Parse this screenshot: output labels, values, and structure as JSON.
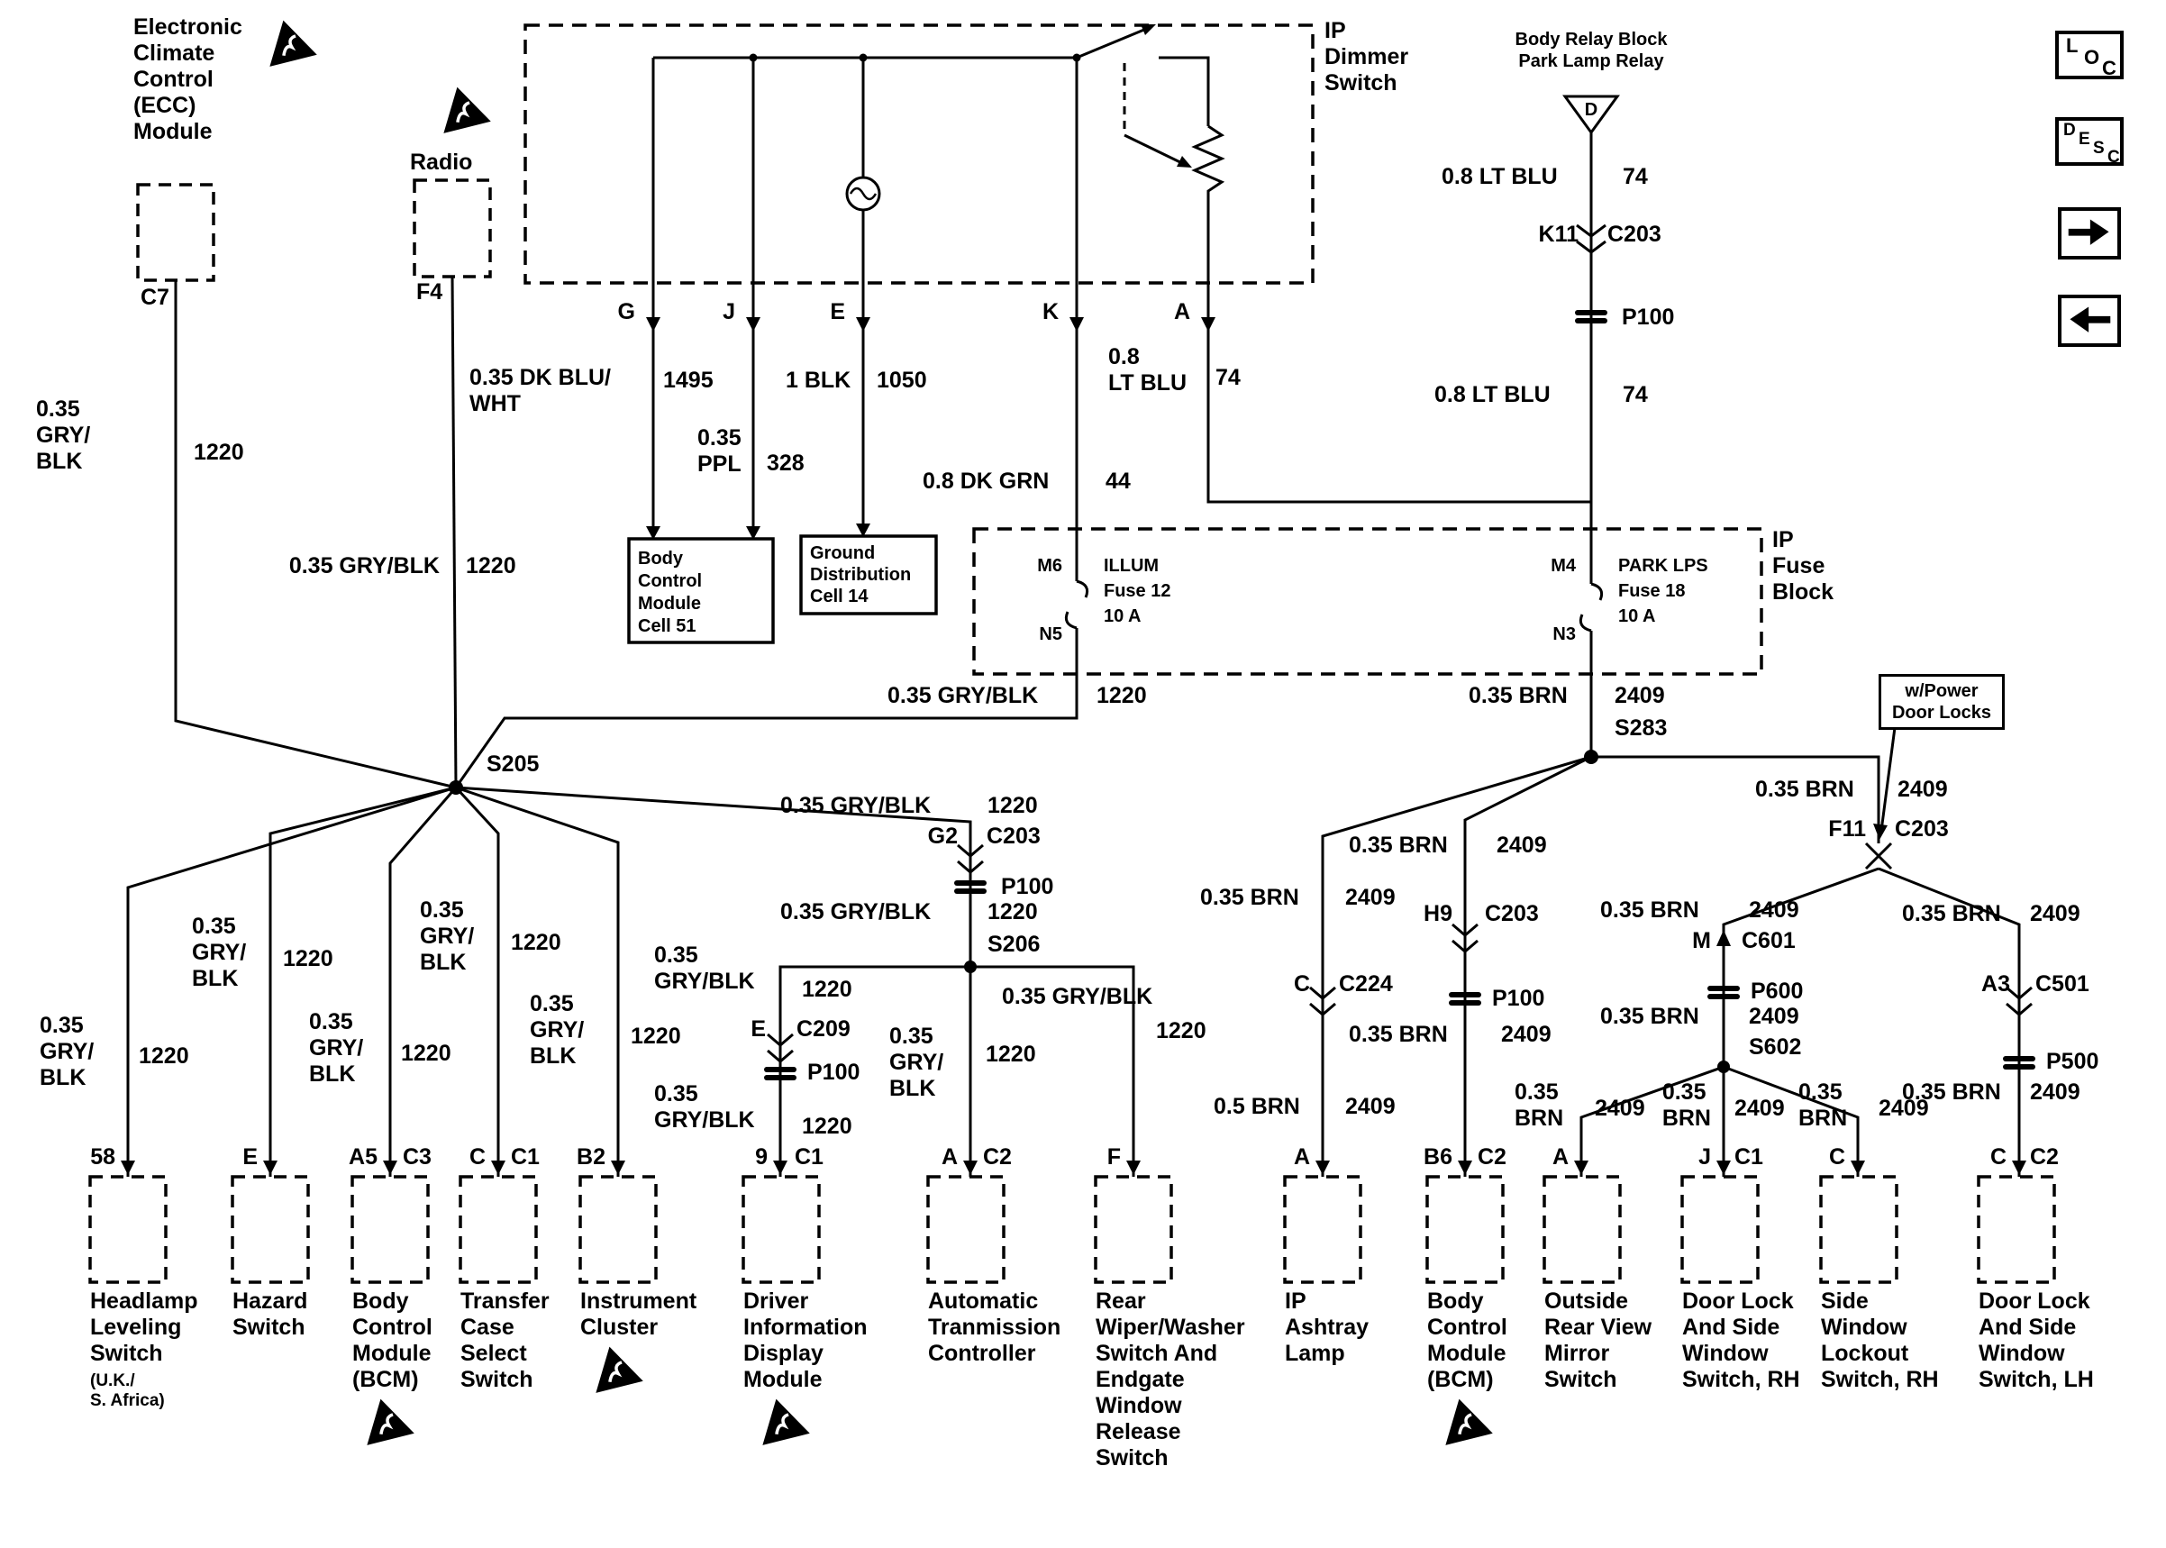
{
  "nav": {
    "loc": "LOC",
    "desc": "DESC"
  },
  "top": {
    "ecc_title": "Electronic\nClimate\nControl\n(ECC)\nModule",
    "ecc_conn": "C7",
    "radio_title": "Radio",
    "radio_conn": "F4",
    "dimmer_label": "IP\nDimmer\nSwitch",
    "relay_title": "Body Relay Block\nPark Lamp Relay",
    "relay_pin": "D",
    "bcm_cell": "Body\nControl\nModule\nCell 51",
    "gnd_cell": "Ground\nDistribution\nCell 14",
    "terminals": {
      "g": "G",
      "j": "J",
      "e": "E",
      "k": "K",
      "a": "A"
    }
  },
  "fuse_block": {
    "label": "IP\nFuse\nBlock",
    "illum": {
      "top_pin": "M6",
      "bottom_pin": "N5",
      "name": "ILLUM",
      "id": "Fuse 12",
      "amp": "10 A"
    },
    "park": {
      "top_pin": "M4",
      "bottom_pin": "N3",
      "name": "PARK LPS",
      "id": "Fuse 18",
      "amp": "10 A"
    }
  },
  "callout": "w/Power\nDoor Locks",
  "splices": {
    "s205": "S205",
    "s206": "S206",
    "s283": "S283",
    "s602": "S602"
  },
  "connectors": {
    "k11": {
      "pin": "K11",
      "id": "C203"
    },
    "g2": {
      "pin": "G2",
      "id": "C203"
    },
    "h9": {
      "pin": "H9",
      "id": "C203"
    },
    "f11": {
      "pin": "F11",
      "id": "C203"
    },
    "e209": {
      "pin": "E",
      "id": "C209"
    },
    "c224": {
      "pin": "C",
      "id": "C224"
    },
    "m601": {
      "pin": "M",
      "id": "C601"
    },
    "a501": {
      "pin": "A3",
      "id": "C501"
    },
    "p100_relay": "P100",
    "p100_g2": "P100",
    "p100_di": "P100",
    "p100_h9": "P100",
    "p600": "P600",
    "p500": "P500"
  },
  "wires": {
    "ecc": {
      "spec": "0.35\nGRY/\nBLK",
      "num": "1220"
    },
    "radio": {
      "spec": "0.35 GRY/BLK",
      "num": "1220"
    },
    "g": {
      "spec": "0.35 DK BLU/\nWHT",
      "num": "1495"
    },
    "j": {
      "spec": "0.35\nPPL",
      "num": "328"
    },
    "e": {
      "spec": "1 BLK",
      "num": "1050"
    },
    "k": {
      "spec": "0.8 DK GRN",
      "num": "44"
    },
    "a": {
      "spec": "0.8\nLT BLU",
      "num": "74"
    },
    "relay_upper": {
      "spec": "0.8 LT BLU",
      "num": "74"
    },
    "relay_lower": {
      "spec": "0.8 LT BLU",
      "num": "74"
    },
    "illum_out": {
      "spec": "0.35 GRY/BLK",
      "num": "1220"
    },
    "s205_g2": {
      "spec": "0.35 GRY/BLK",
      "num": "1220"
    },
    "g2_s206": {
      "spec": "0.35 GRY/BLK",
      "num": "1220"
    },
    "di_upper": {
      "spec": "0.35\nGRY/BLK",
      "num": "1220"
    },
    "di_lower": {
      "spec": "0.35\nGRY/BLK",
      "num": "1220"
    },
    "at": {
      "spec": "0.35\nGRY/\nBLK",
      "num": "1220"
    },
    "rw": {
      "spec": "0.35 GRY/BLK",
      "num": "1220"
    },
    "b1": {
      "spec": "0.35\nGRY/\nBLK",
      "num": "1220"
    },
    "b2": {
      "spec": "0.35\nGRY/\nBLK",
      "num": "1220"
    },
    "b3": {
      "spec": "0.35\nGRY/\nBLK",
      "num": "1220"
    },
    "b4": {
      "spec": "0.35\nGRY/\nBLK",
      "num": "1220"
    },
    "b5": {
      "spec": "0.35\nGRY/\nBLK",
      "num": "1220"
    },
    "park_out": {
      "spec": "0.35 BRN",
      "num": "2409"
    },
    "s283_c224": {
      "spec": "0.35 BRN",
      "num": "2409"
    },
    "c224_out": {
      "spec": "0.5 BRN",
      "num": "2409"
    },
    "s283_h9": {
      "spec": "0.35 BRN",
      "num": "2409"
    },
    "h9_out": {
      "spec": "0.35 BRN",
      "num": "2409"
    },
    "s283_f11": {
      "spec": "0.35 BRN",
      "num": "2409"
    },
    "f11_m": {
      "spec": "0.35 BRN",
      "num": "2409"
    },
    "p600_out": {
      "spec": "0.35 BRN",
      "num": "2409"
    },
    "s602_a": {
      "spec": "0.35\nBRN",
      "num": "2409"
    },
    "s602_b": {
      "spec": "0.35\nBRN",
      "num": "2409"
    },
    "s602_c": {
      "spec": "0.35\nBRN",
      "num": "2409"
    },
    "f11_a3": {
      "spec": "0.35 BRN",
      "num": "2409"
    },
    "p500_out": {
      "spec": "0.35 BRN",
      "num": "2409"
    }
  },
  "components": [
    {
      "t1": "58",
      "name": "Headlamp\nLeveling\nSwitch",
      "sub": "(U.K./\nS. Africa)"
    },
    {
      "t1": "E",
      "name": "Hazard\nSwitch"
    },
    {
      "t1": "A5",
      "t2": "C3",
      "name": "Body\nControl\nModule\n(BCM)"
    },
    {
      "t1": "C",
      "t2": "C1",
      "name": "Transfer\nCase\nSelect\nSwitch"
    },
    {
      "t1": "B2",
      "name": "Instrument\nCluster"
    },
    {
      "t1": "9",
      "t2": "C1",
      "name": "Driver\nInformation\nDisplay\nModule"
    },
    {
      "t1": "A",
      "t2": "C2",
      "name": "Automatic\nTranmission\nController"
    },
    {
      "t1": "F",
      "name": "Rear\nWiper/Washer\nSwitch And\nEndgate\nWindow\nRelease\nSwitch"
    },
    {
      "t1": "A",
      "name": "IP\nAshtray\nLamp"
    },
    {
      "t1": "B6",
      "t2": "C2",
      "name": "Body\nControl\nModule\n(BCM)"
    },
    {
      "t1": "A",
      "name": "Outside\nRear View\nMirror\nSwitch"
    },
    {
      "t1": "J",
      "t2": "C1",
      "name": "Door Lock\nAnd Side\nWindow\nSwitch, RH"
    },
    {
      "t1": "C",
      "name": "Side\nWindow\nLockout\nSwitch, RH"
    },
    {
      "t1": "C",
      "t2": "C2",
      "name": "Door Lock\nAnd Side\nWindow\nSwitch, LH"
    }
  ]
}
